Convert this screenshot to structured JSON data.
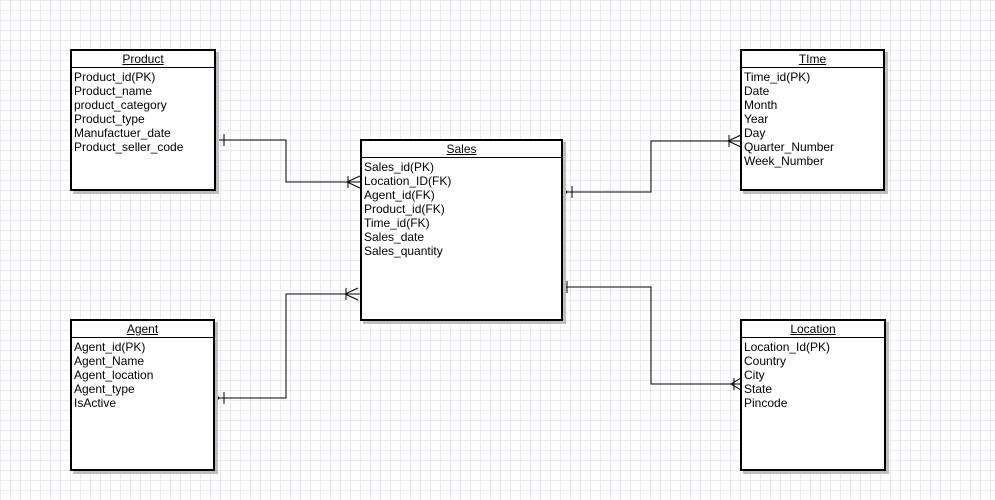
{
  "entities": {
    "product": {
      "title": "Product",
      "attributes": [
        "Product_id(PK)",
        "Product_name",
        "product_category",
        "Product_type",
        "Manufactuer_date",
        "Product_seller_code"
      ]
    },
    "sales": {
      "title": "Sales",
      "attributes": [
        "Sales_id(PK)",
        "Location_ID(FK)",
        "Agent_id(FK)",
        "Product_id(FK)",
        "Time_id(FK)",
        "Sales_date",
        "Sales_quantity"
      ]
    },
    "time": {
      "title": "TIme",
      "attributes": [
        "Time_id(PK)",
        "Date",
        "Month",
        "Year",
        "Day",
        "Quarter_Number",
        "Week_Number"
      ]
    },
    "agent": {
      "title": "Agent",
      "attributes": [
        "Agent_id(PK)",
        "Agent_Name",
        "Agent_location",
        "Agent_type",
        "IsActive"
      ]
    },
    "location": {
      "title": "Location",
      "attributes": [
        "Location_Id(PK)",
        "Country",
        "City",
        "State",
        "Pincode"
      ]
    }
  },
  "relationships": [
    {
      "from": "product",
      "to": "sales",
      "from_end": "one",
      "to_end": "many"
    },
    {
      "from": "time",
      "to": "sales",
      "from_end": "many",
      "to_end": "one"
    },
    {
      "from": "agent",
      "to": "sales",
      "from_end": "one",
      "to_end": "many"
    },
    {
      "from": "location",
      "to": "sales",
      "from_end": "many",
      "to_end": "one"
    }
  ]
}
